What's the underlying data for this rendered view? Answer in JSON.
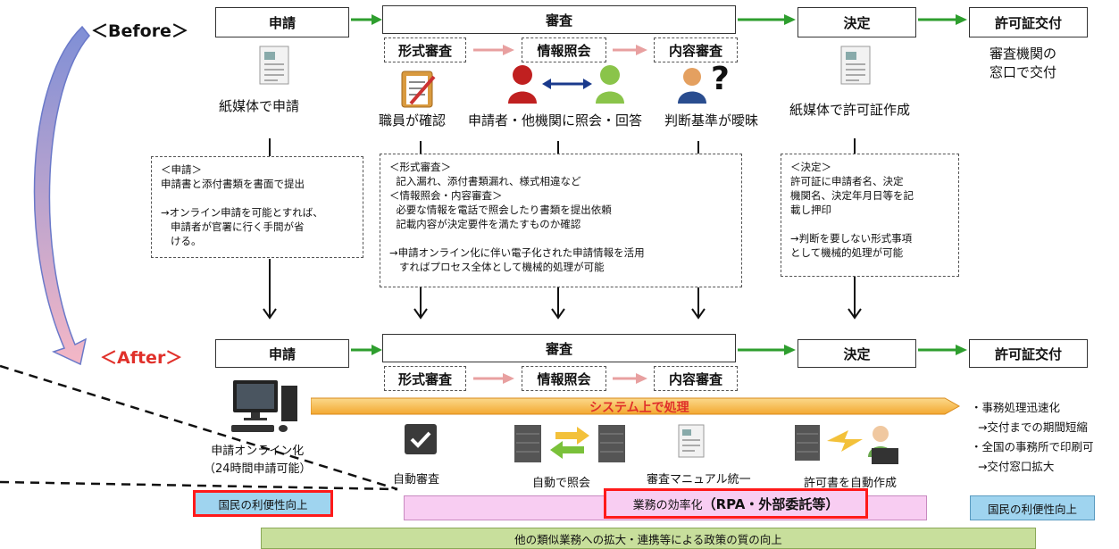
{
  "before": {
    "label": "＜Before＞",
    "steps": [
      "申請",
      "審査",
      "決定",
      "許可証交付"
    ],
    "sub_steps": [
      "形式審査",
      "情報照会",
      "内容審査"
    ],
    "icon_captions": [
      "紙媒体で申請",
      "職員が確認",
      "申請者・他機関に照会・回答",
      "判断基準が曖昧",
      "紙媒体で許可証作成"
    ],
    "issue_text": "審査機関の\n窓口で交付",
    "question_mark": "?"
  },
  "notes": {
    "apply": "＜申請＞\n申請書と添付書類を書面で提出\n\n→オンライン申請を可能とすれば、\n   申請者が官署に行く手間が省\n   ける。",
    "review": "＜形式審査＞\n  記入漏れ、添付書類漏れ、様式相違など\n＜情報照会・内容審査＞\n  必要な情報を電話で照会したり書類を提出依頼\n  記載内容が決定要件を満たすものか確認\n\n→申請オンライン化に伴い電子化された申請情報を活用\n   すればプロセス全体として機械的処理が可能",
    "decision": "＜決定＞\n許可証に申請者名、決定\n機関名、決定年月日等を記\n載し押印\n\n→判断を要しない形式事項\nとして機械的処理が可能"
  },
  "after": {
    "label": "＜After＞",
    "steps": [
      "申請",
      "審査",
      "決定",
      "許可証交付"
    ],
    "sub_steps": [
      "形式審査",
      "情報照会",
      "内容審査"
    ],
    "system_bar": "システム上で処理",
    "icon_captions": [
      "申請オンライン化\n（24時間申請可能）",
      "自動審査",
      "自動で照会",
      "審査マニュアル統一",
      "許可書を自動作成"
    ],
    "benefits": "・事務処理迅速化\n  →交付までの期間短縮\n・全国の事務所で印刷可\n  →交付窓口拡大"
  },
  "bottom": {
    "convenience_left": "国民の利便性向上",
    "efficiency_prefix": "業務の効率化",
    "efficiency_highlight": "（RPA・外部委託等）",
    "convenience_right": "国民の利便性向上",
    "policy": "他の類似業務への拡大・連携等による政策の質の向上"
  },
  "colors": {
    "green_arrow": "#2e9e2e",
    "pink_arrow": "#e8a0a0",
    "after_red": "#e0302a",
    "system_bar": "#f7b84a",
    "pink_band": "#f8cdf2",
    "blue_band": "#9fd4ef",
    "green_band": "#c8df9c",
    "red_border": "#ff1a1a"
  }
}
